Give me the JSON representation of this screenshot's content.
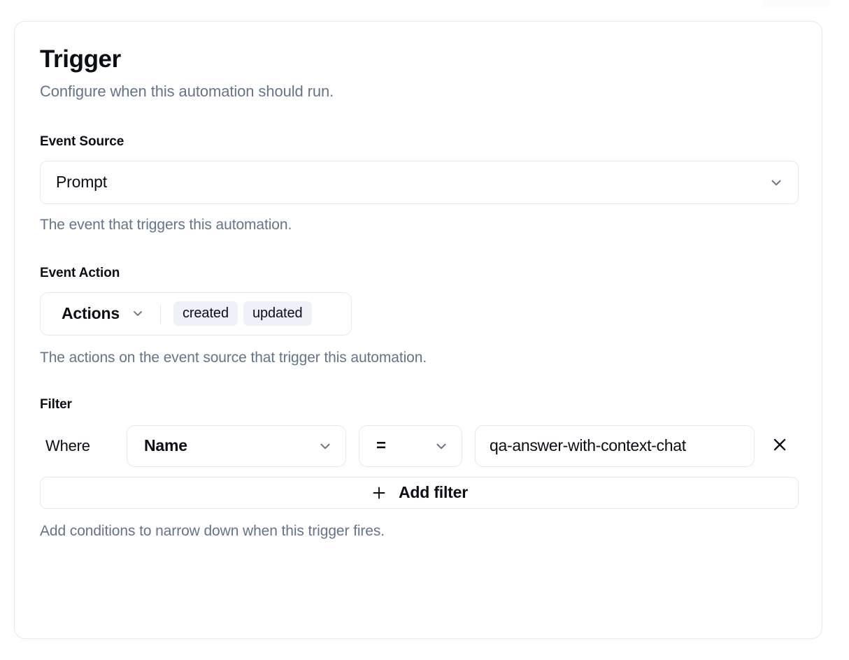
{
  "card": {
    "title": "Trigger",
    "subtitle": "Configure when this automation should run."
  },
  "event_source": {
    "label": "Event Source",
    "selected": "Prompt",
    "help": "The event that triggers this automation.",
    "chevron_icon": "chevron-down-icon"
  },
  "event_action": {
    "label": "Event Action",
    "dropdown_label": "Actions",
    "chevron_icon": "chevron-down-icon",
    "selected_actions": [
      "created",
      "updated"
    ],
    "help": "The actions on the event source that trigger this automation."
  },
  "filter": {
    "label": "Filter",
    "where_label": "Where",
    "rows": [
      {
        "field": "Name",
        "operator": "=",
        "value": "qa-answer-with-context-chat",
        "remove_icon": "close-icon"
      }
    ],
    "add_button": {
      "label": "Add filter",
      "icon": "plus-icon"
    },
    "help": "Add conditions to narrow down when this trigger fires."
  },
  "colors": {
    "text_primary": "#0b0e14",
    "text_muted": "#64748b",
    "border": "#e6e8ed",
    "chip_bg": "#eef1f7",
    "surface": "#ffffff"
  }
}
